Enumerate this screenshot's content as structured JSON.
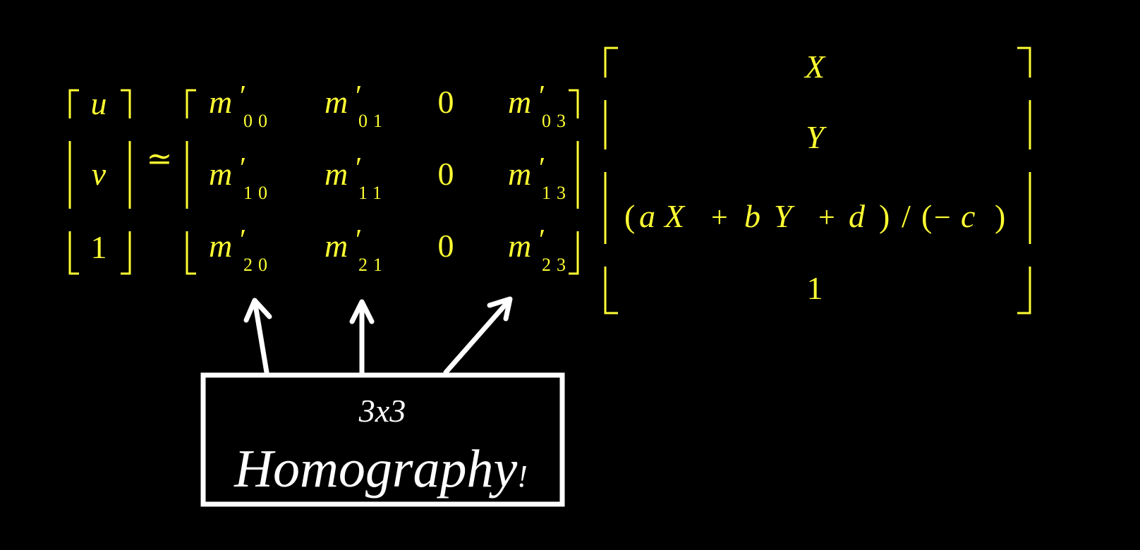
{
  "colors": {
    "background": "#000000",
    "equation": "#FFFF33",
    "annotation": "#FFFFFF"
  },
  "lhs": {
    "entries": [
      "u",
      "v",
      "1"
    ]
  },
  "relation_symbol": "≃",
  "matrix": {
    "base": "m",
    "prime": "′",
    "zero": "0",
    "subscripts": [
      [
        "00",
        "01",
        "03"
      ],
      [
        "10",
        "11",
        "13"
      ],
      [
        "20",
        "21",
        "23"
      ]
    ]
  },
  "rhs": {
    "X": "X",
    "Y": "Y",
    "row3": {
      "p1": "(",
      "a": "a",
      "X": "X",
      "plus1": "+",
      "b": "b",
      "Y": "Y",
      "plus2": "+",
      "d": "d",
      "p2": ")",
      "slash": "/",
      "p3": "(",
      "minus": "−",
      "c": "c",
      "p4": ")"
    },
    "one": "1"
  },
  "callout": {
    "line1": "3x3",
    "line2_main": "Homography",
    "line2_mark": "!"
  },
  "icons": {
    "arrows": [
      "arrow-up-icon",
      "arrow-up-icon",
      "arrow-up-right-icon"
    ]
  }
}
